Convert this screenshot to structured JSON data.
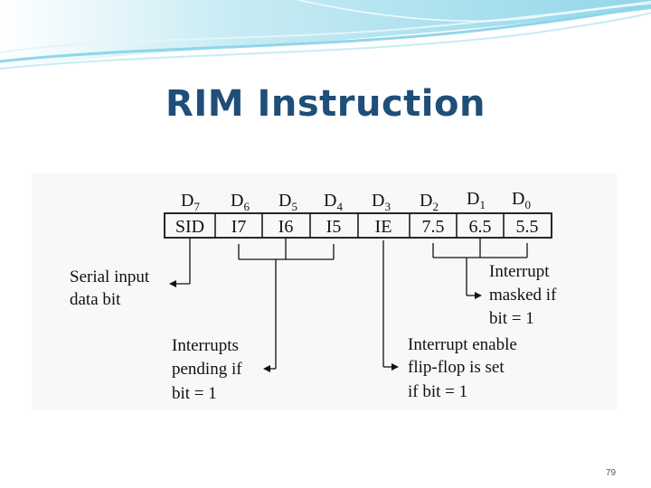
{
  "slide": {
    "title": "RIM Instruction",
    "page_number": "79"
  },
  "register": {
    "bit_labels": [
      {
        "base": "D",
        "sub": "7"
      },
      {
        "base": "D",
        "sub": "6"
      },
      {
        "base": "D",
        "sub": "5"
      },
      {
        "base": "D",
        "sub": "4"
      },
      {
        "base": "D",
        "sub": "3"
      },
      {
        "base": "D",
        "sub": "2"
      },
      {
        "base": "D",
        "sub": "1"
      },
      {
        "base": "D",
        "sub": "0"
      }
    ],
    "cells": [
      "SID",
      "I7",
      "I6",
      "I5",
      "IE",
      "7.5",
      "6.5",
      "5.5"
    ]
  },
  "annotations": {
    "serial": [
      "Serial input",
      "data bit"
    ],
    "pending": [
      "Interrupts",
      "pending if",
      "bit = 1"
    ],
    "enable": [
      "Interrupt enable",
      "flip-flop is set",
      "if bit = 1"
    ],
    "masked": [
      "Interrupt",
      "masked if",
      "bit = 1"
    ]
  },
  "colors": {
    "title": "#1f4e79",
    "header_wave": "#8fd6e8",
    "diagram_bg": "#f8f8f8"
  }
}
